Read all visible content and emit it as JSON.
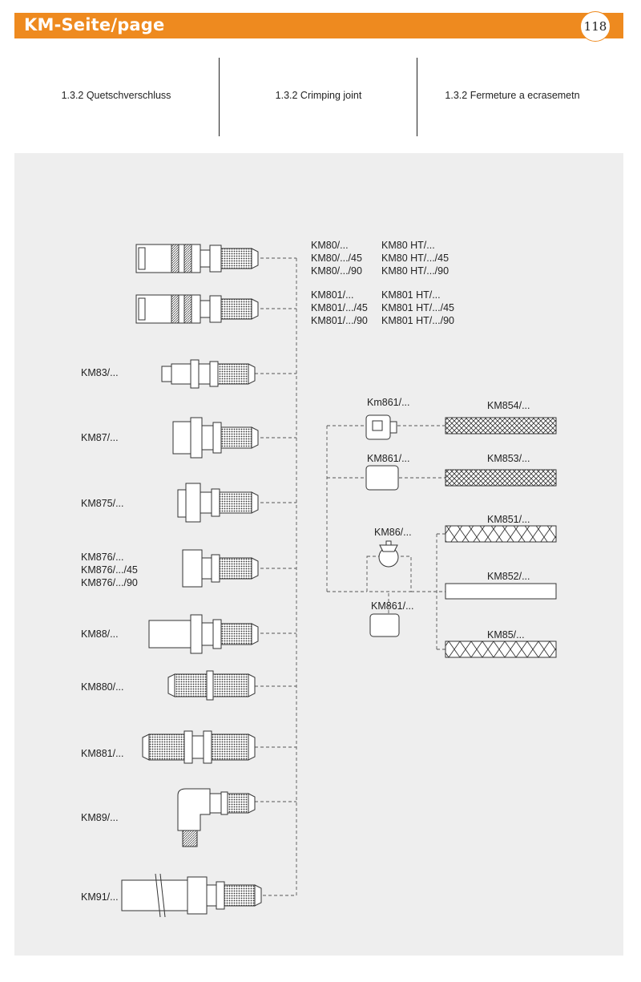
{
  "header": {
    "title": "KM-Seite/page",
    "page_number": "118"
  },
  "columns": [
    "1.3.2 Quetschverschluss",
    "1.3.2 Crimping joint",
    "1.3.2 Fermeture a ecrasemetn"
  ],
  "top_labels": {
    "km80_left": [
      "KM80/...",
      "KM80/.../45",
      "KM80/.../90"
    ],
    "km80_right": [
      "KM80 HT/...",
      "KM80 HT/.../45",
      "KM80 HT/.../90"
    ],
    "km801_left": [
      "KM801/...",
      "KM801/.../45",
      "KM801/.../90"
    ],
    "km801_right": [
      "KM801  HT/...",
      "KM801  HT/.../45",
      "KM801  HT/.../90"
    ]
  },
  "left_labels": {
    "km83": "KM83/...",
    "km87": "KM87/...",
    "km875": "KM875/...",
    "km876": [
      "KM876/...",
      "KM876/.../45",
      "KM876/.../90"
    ],
    "km88": "KM88/...",
    "km880": "KM880/...",
    "km881": "KM881/...",
    "km89": "KM89/...",
    "km91": "KM91/..."
  },
  "right_labels": {
    "km861_a": "Km861/...",
    "km861_b": "KM861/...",
    "km86": "KM86/...",
    "km861_c": "KM861/...",
    "km854": "KM854/...",
    "km853": "KM853/...",
    "km851": "KM851/...",
    "km852": "KM852/...",
    "km85": "KM85/..."
  },
  "colors": {
    "accent": "#ee8a1f",
    "panel": "#eeeeee",
    "line": "#333333"
  }
}
